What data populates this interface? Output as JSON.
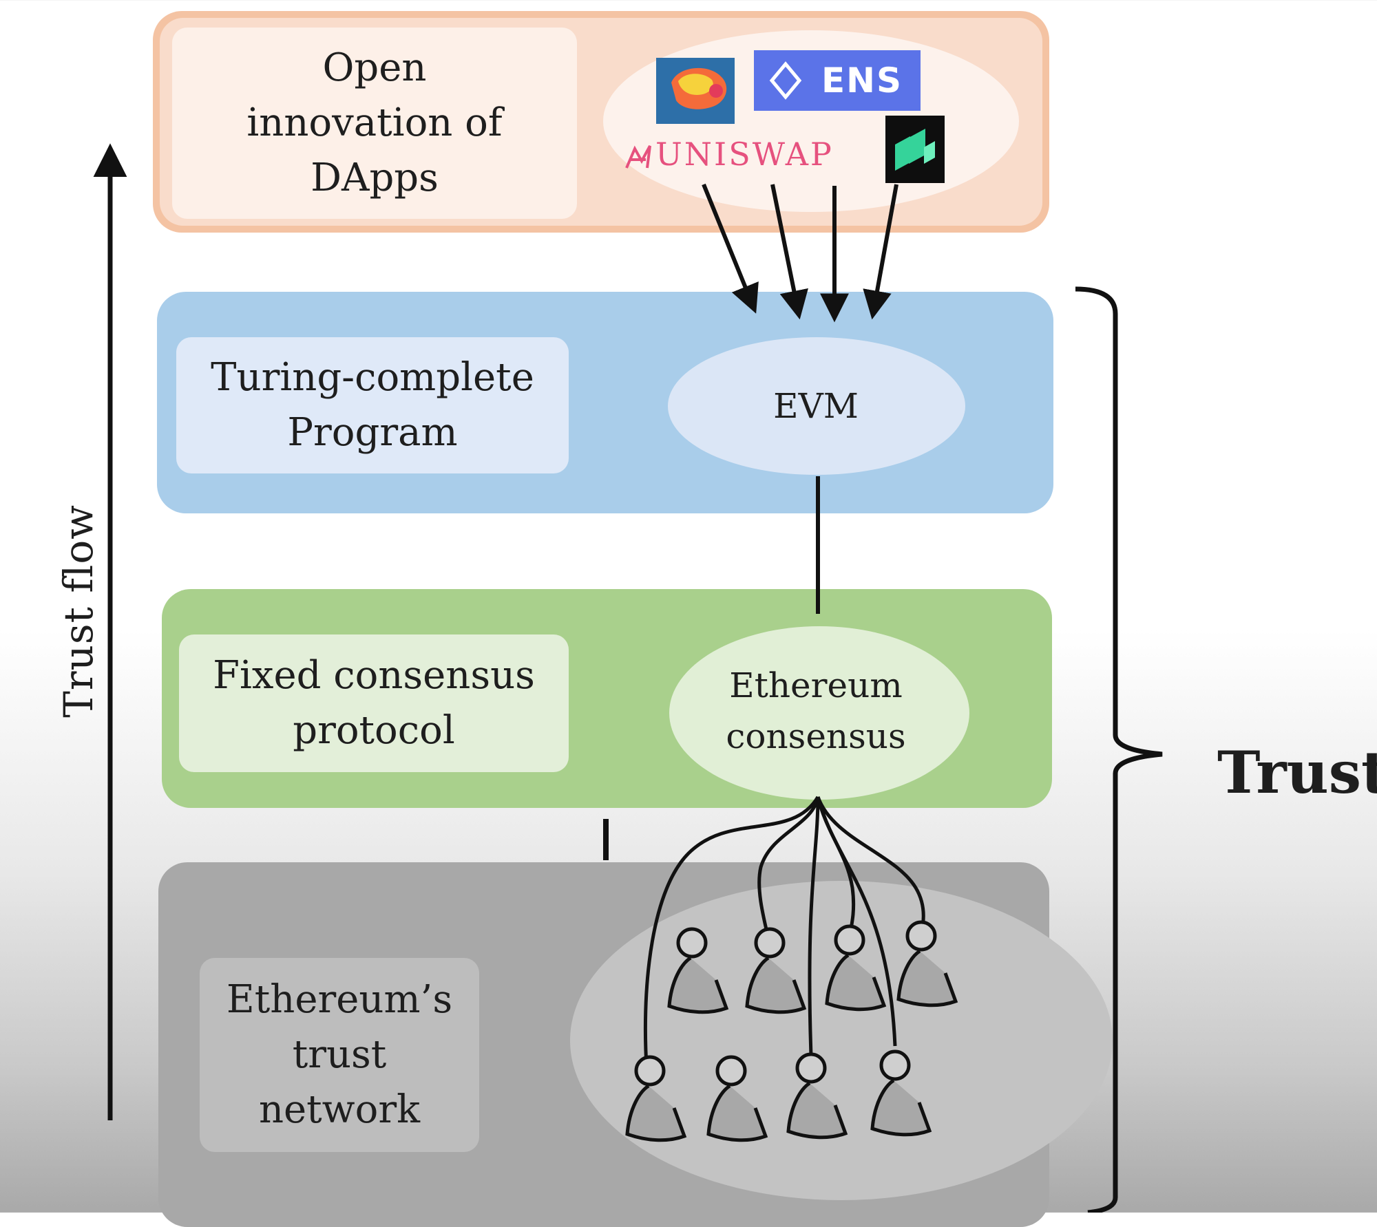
{
  "layers": {
    "dapps": {
      "label": "Open\ninnovation of\nDApps"
    },
    "program": {
      "label": "Turing-complete\nProgram",
      "node": "EVM"
    },
    "consensus": {
      "label": "Fixed consensus\nprotocol",
      "node": "Ethereum\nconsensus"
    },
    "network": {
      "label": "Ethereum’s\ntrust\nnetwork"
    }
  },
  "dapp_logos": {
    "ens": "ENS",
    "uniswap": "UNISWAP"
  },
  "side_labels": {
    "trust_flow": "Trust flow",
    "trust": "Trust"
  },
  "colors": {
    "dapps_layer": "#f4c3a3",
    "program_layer": "#a9cdea",
    "consensus_layer": "#a9d08c",
    "network_layer": "#a8a8a8"
  }
}
